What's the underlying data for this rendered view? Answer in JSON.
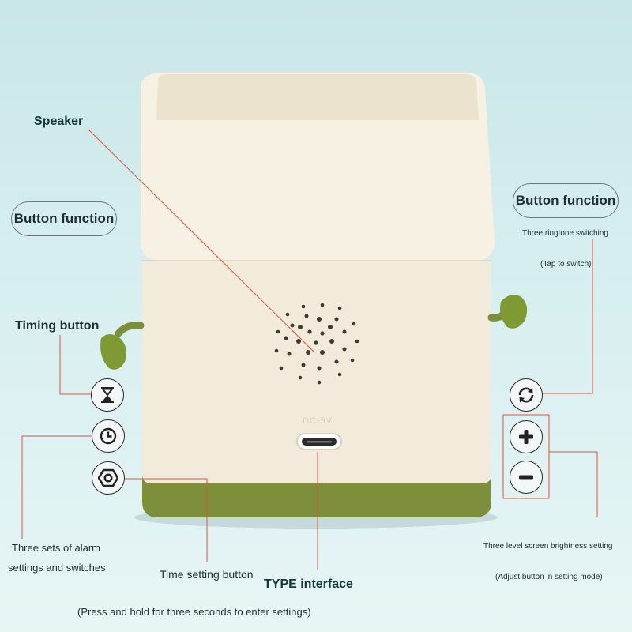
{
  "labels": {
    "speaker": "Speaker",
    "button_function_left": "Button function",
    "button_function_right": "Button function",
    "timing_button": "Timing button",
    "alarm_line1": "Three sets of alarm",
    "alarm_line2": "settings and switches",
    "time_setting": "Time setting button",
    "type_interface": "TYPE interface",
    "press_hold": "(Press and hold for three seconds to enter settings)",
    "ringtone": "Three ringtone switching",
    "tap": "(Tap to switch)",
    "brightness": "Three level screen brightness setting",
    "adjust": "(Adjust button in setting mode)",
    "port_marking": "DC-5V"
  },
  "icons": {
    "timer": "hourglass-icon",
    "alarm": "clock-icon",
    "settings": "hexagon-nut-icon",
    "ringtone": "refresh-icon",
    "plus": "plus-icon",
    "minus": "minus-icon"
  },
  "colors": {
    "device_body": "#f3ecdc",
    "device_base": "#7d8f3a",
    "leader_line": "#e0533c",
    "background": "#cfe9ea"
  }
}
